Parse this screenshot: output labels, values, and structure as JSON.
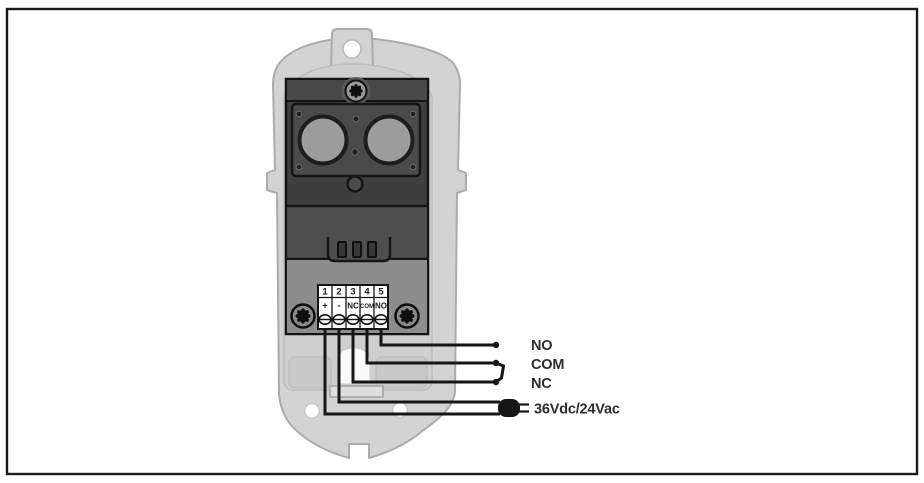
{
  "frame": {
    "border_color": "#1a1a1a",
    "background_color": "#ffffff"
  },
  "device": {
    "description": "photocell-back-plate",
    "body_color": "#d3d3d3",
    "unit_dark_color": "#3e3e3e",
    "lens_color": "#9c9c9c",
    "terminal_block": {
      "numbers": [
        "1",
        "2",
        "3",
        "4",
        "5"
      ],
      "labels": [
        "+",
        "-",
        "NC",
        "COM",
        "NO"
      ]
    }
  },
  "wiring": {
    "output_labels": [
      "NO",
      "COM",
      "NC"
    ],
    "power_label": "36Vdc/24Vac",
    "wire_color": "#161616",
    "label_color": "#2d2d2d"
  }
}
